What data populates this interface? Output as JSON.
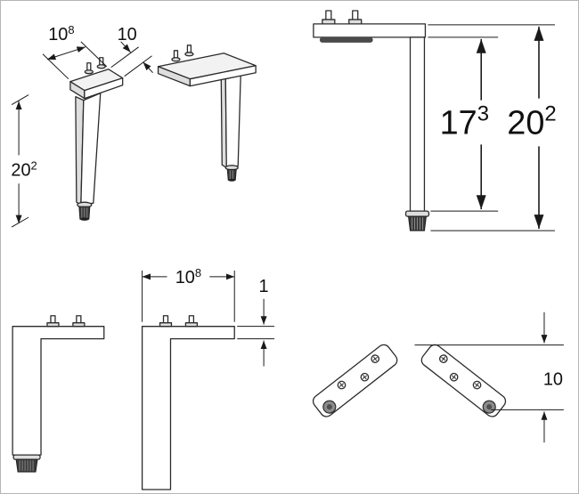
{
  "colors": {
    "line": "#2b2b2b",
    "dimension": "#1a1a1a",
    "shade_light": "#f2f2f2",
    "shade_mid": "#dedede",
    "foot_dark": "#3a3a3a",
    "background": "#ffffff"
  },
  "labels": {
    "iso_width": {
      "base": "10",
      "sup": "8"
    },
    "iso_depth": {
      "base": "10",
      "sup": ""
    },
    "iso_height": {
      "base": "20",
      "sup": "2"
    },
    "side_height_to_foot": {
      "base": "17",
      "sup": "3"
    },
    "side_height_overall": {
      "base": "20",
      "sup": "2"
    },
    "front_plate_width": {
      "base": "10",
      "sup": "8"
    },
    "front_plate_thickness": {
      "base": "1",
      "sup": ""
    },
    "top_view_depth": {
      "base": "10",
      "sup": ""
    }
  }
}
